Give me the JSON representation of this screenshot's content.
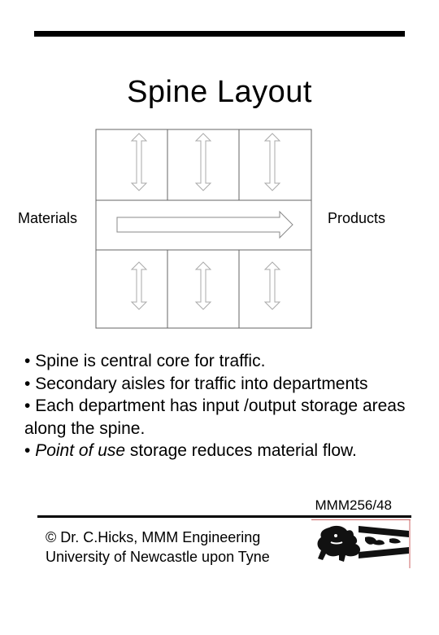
{
  "slide": {
    "title": "Spine Layout",
    "diagram": {
      "left_label": "Materials",
      "right_label": "Products"
    },
    "bullets": [
      {
        "prefix": "• ",
        "text": "Spine is central core for traffic."
      },
      {
        "prefix": "• ",
        "text": "Secondary aisles for traffic into departments"
      },
      {
        "prefix": "• ",
        "text": "Each department has input /output storage areas along  the spine."
      },
      {
        "prefix": "• ",
        "emphasis": "Point of use",
        "text": " storage reduces material flow."
      }
    ],
    "slide_code": "MMM256/48",
    "footer": {
      "line1": "© Dr. C.Hicks, MMM Engineering",
      "line2": "University of Newcastle upon Tyne"
    }
  }
}
